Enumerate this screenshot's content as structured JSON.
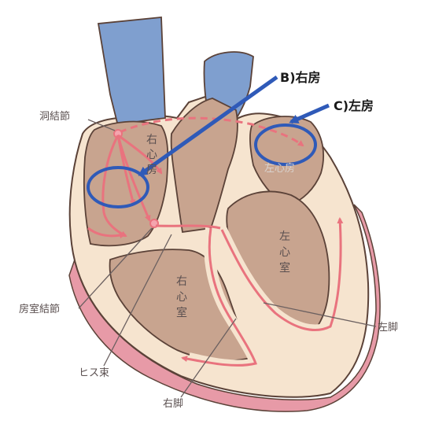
{
  "labels": {
    "sa_node": "洞結節",
    "av_node": "房室結節",
    "his_bundle": "ヒス束",
    "right_bundle": "右脚",
    "left_bundle": "左脚",
    "right_atrium": [
      "右",
      "心",
      "房"
    ],
    "left_atrium": "左心房",
    "right_ventricle": [
      "右",
      "心",
      "室"
    ],
    "left_ventricle": [
      "左",
      "心",
      "室"
    ]
  },
  "answers": {
    "b_label": "B)右房",
    "c_label": "C)左房"
  },
  "colors": {
    "vessel_blue": "#7f9fcf",
    "heart_tan": "#c8a48f",
    "heart_cream": "#f6e4cf",
    "heart_outline": "#5b4238",
    "pericardium_pink": "#e79aa7",
    "conduction_red": "#e9737e",
    "annotation_blue": "#2f5ab8"
  }
}
